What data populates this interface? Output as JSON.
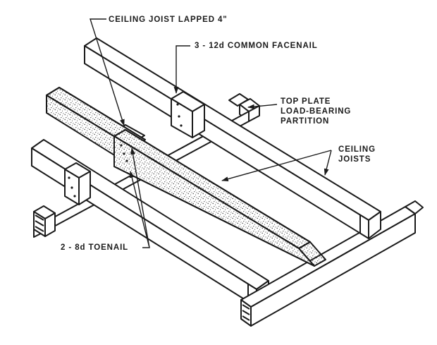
{
  "labels": {
    "ceiling_joist_lapped": "CEILING JOIST LAPPED 4\"",
    "common_facenail": "3 - 12d COMMON FACENAIL",
    "top_plate": [
      "TOP PLATE",
      "LOAD-BEARING",
      "PARTITION"
    ],
    "ceiling_joists": [
      "CEILING",
      "JOISTS"
    ],
    "toenail": "2 - 8d TOENAIL"
  },
  "colors": {
    "line": "#1a1a1a",
    "paper": "#ffffff",
    "stipple": "#3a3a3a"
  }
}
